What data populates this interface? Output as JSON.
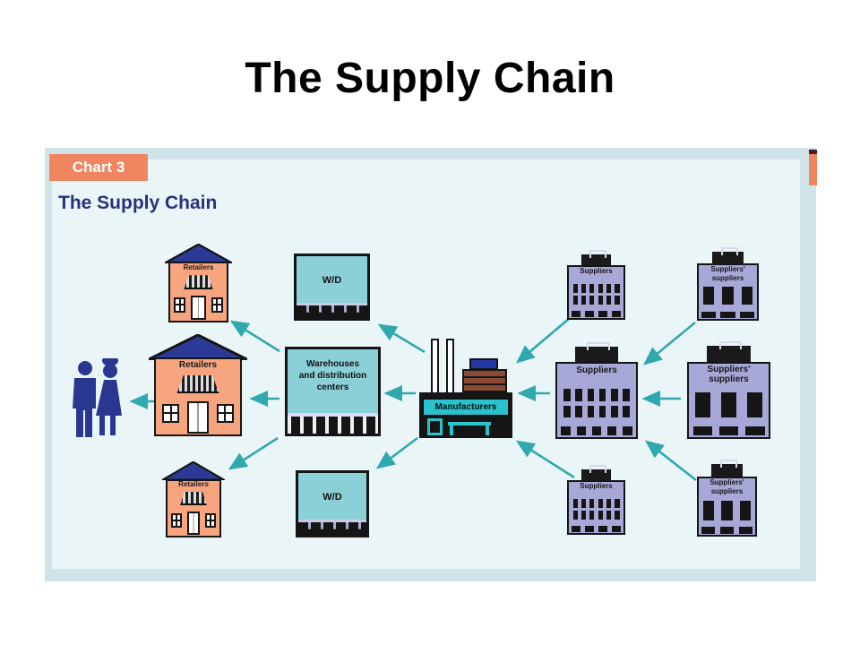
{
  "slide": {
    "title": "The Supply Chain"
  },
  "panel": {
    "tab": "Chart 3",
    "heading": "The Supply Chain"
  },
  "nodes": {
    "retailers": {
      "label": "Retailers"
    },
    "wd": {
      "label": "W/D"
    },
    "warehouse": {
      "lines": [
        "Warehouses",
        "and distribution",
        "centers"
      ]
    },
    "manufacturers": {
      "label": "Manufacturers"
    },
    "suppliers": {
      "label": "Suppliers"
    },
    "suppliers_suppliers": {
      "lines": [
        "Suppliers'",
        "suppliers"
      ]
    }
  },
  "edges": [
    {
      "from": "retailers-middle",
      "to": "consumers"
    },
    {
      "from": "warehouses-distribution-centers",
      "to": "retailers-top"
    },
    {
      "from": "warehouses-distribution-centers",
      "to": "retailers-middle"
    },
    {
      "from": "warehouses-distribution-centers",
      "to": "retailers-bottom"
    },
    {
      "from": "manufacturers",
      "to": "wd-top"
    },
    {
      "from": "manufacturers",
      "to": "warehouses-distribution-centers"
    },
    {
      "from": "manufacturers",
      "to": "wd-bottom"
    },
    {
      "from": "suppliers-top",
      "to": "manufacturers"
    },
    {
      "from": "suppliers-middle",
      "to": "manufacturers"
    },
    {
      "from": "suppliers-bottom",
      "to": "manufacturers"
    },
    {
      "from": "suppliers-suppliers-top",
      "to": "suppliers-middle"
    },
    {
      "from": "suppliers-suppliers-middle",
      "to": "suppliers-middle"
    },
    {
      "from": "suppliers-suppliers-bottom",
      "to": "suppliers-middle"
    }
  ],
  "colors": {
    "panel_frame": "#cfe3e8",
    "panel_background": "#eaf5f7",
    "tab_orange": "#ef8660",
    "arrow_teal": "#2fa9ad",
    "heading_navy": "#26327c",
    "roof_blue": "#2b3a96",
    "retailer_salmon": "#f7a57e",
    "box_teal": "#8bd0d7",
    "supplier_lavender": "#a8a8d8",
    "factory_teal": "#29c3cd",
    "factory_brown": "#8a4a36"
  }
}
